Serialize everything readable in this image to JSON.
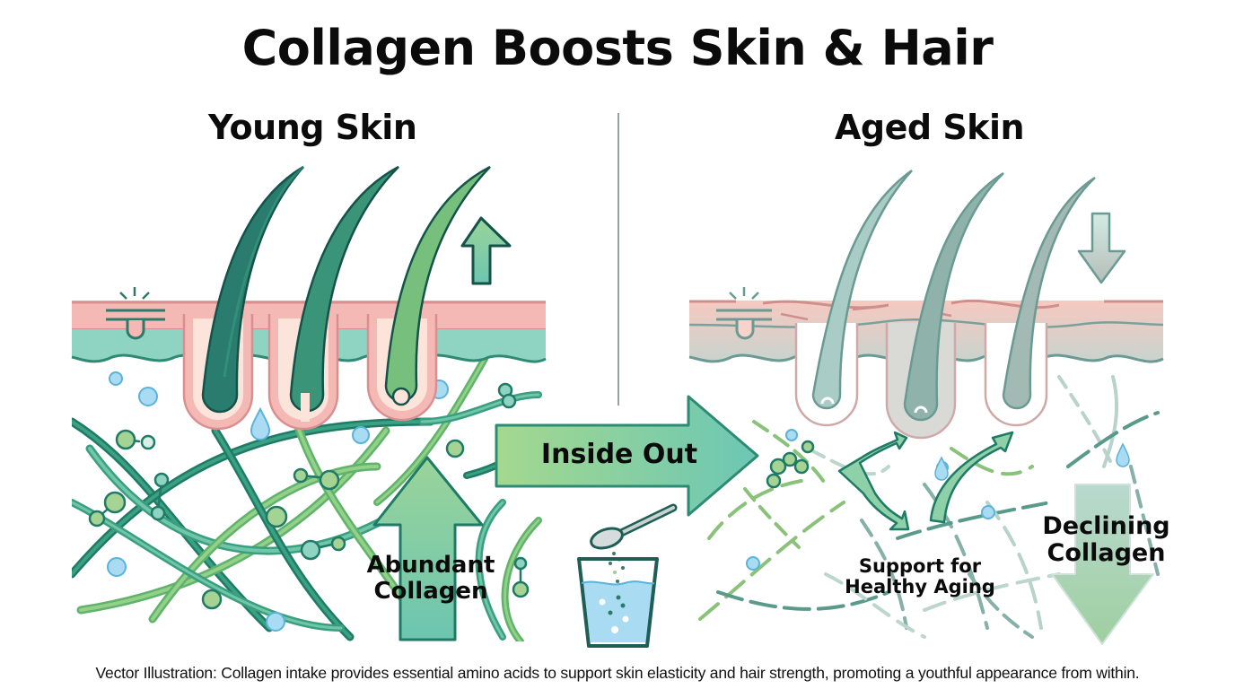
{
  "title": "Collagen Boosts Skin & Hair",
  "panels": {
    "left": {
      "title": "Young Skin",
      "label": "Abundant Collagen",
      "label_line1": "Abundant",
      "label_line2": "Collagen",
      "trend_arrow": "up-arrow-icon"
    },
    "right": {
      "title": "Aged Skin",
      "label_line1": "Declining",
      "label_line2": "Collagen",
      "trend_arrow": "down-arrow-icon",
      "support_line1": "Support for",
      "support_line2": "Healthy Aging"
    }
  },
  "center": {
    "arrow_label": "Inside Out",
    "icons": [
      "spoon-icon",
      "water-glass-icon"
    ]
  },
  "caption": "Vector Illustration: Collagen intake provides essential amino acids to support skin elasticity and hair strength, promoting a youthful appearance from within.",
  "colors": {
    "dark_teal": "#1f6b5e",
    "teal": "#2e8b73",
    "green": "#6fbf73",
    "light_green": "#a6d89a",
    "skin_pink": "#f4b9b5",
    "dermis_teal": "#8fd3c3",
    "water_blue": "#a9dcf2",
    "aged_gray_teal": "#86aaa5"
  }
}
